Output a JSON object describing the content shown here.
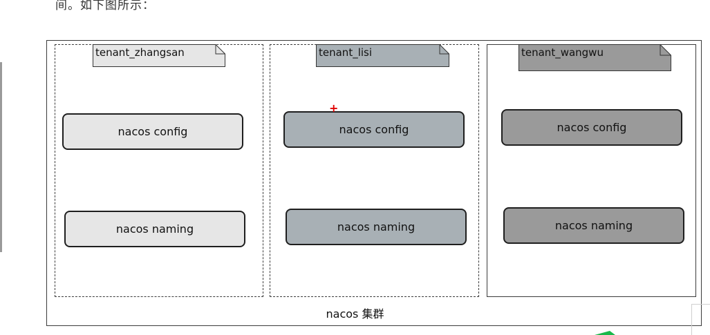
{
  "intro_text": "间。如下图所示：",
  "cluster": {
    "label": "nacos 集群",
    "tenants": [
      {
        "name": "tenant_zhangsan",
        "border": "dashed",
        "note_color": "#e6e6e6",
        "module_color": "#e6e6e6",
        "modules": [
          "nacos config",
          "nacos naming"
        ]
      },
      {
        "name": "tenant_lisi",
        "border": "dashed",
        "note_color": "#a8b0b5",
        "module_color": "#a8b0b5",
        "modules": [
          "nacos config",
          "nacos naming"
        ]
      },
      {
        "name": "tenant_wangwu",
        "border": "solid",
        "note_color": "#9a9a9a",
        "module_color": "#9a9a9a",
        "modules": [
          "nacos config",
          "nacos naming"
        ]
      }
    ]
  },
  "icons": {
    "cursor": "red-crosshair-cursor-icon",
    "corner": "green-arrow-icon"
  }
}
